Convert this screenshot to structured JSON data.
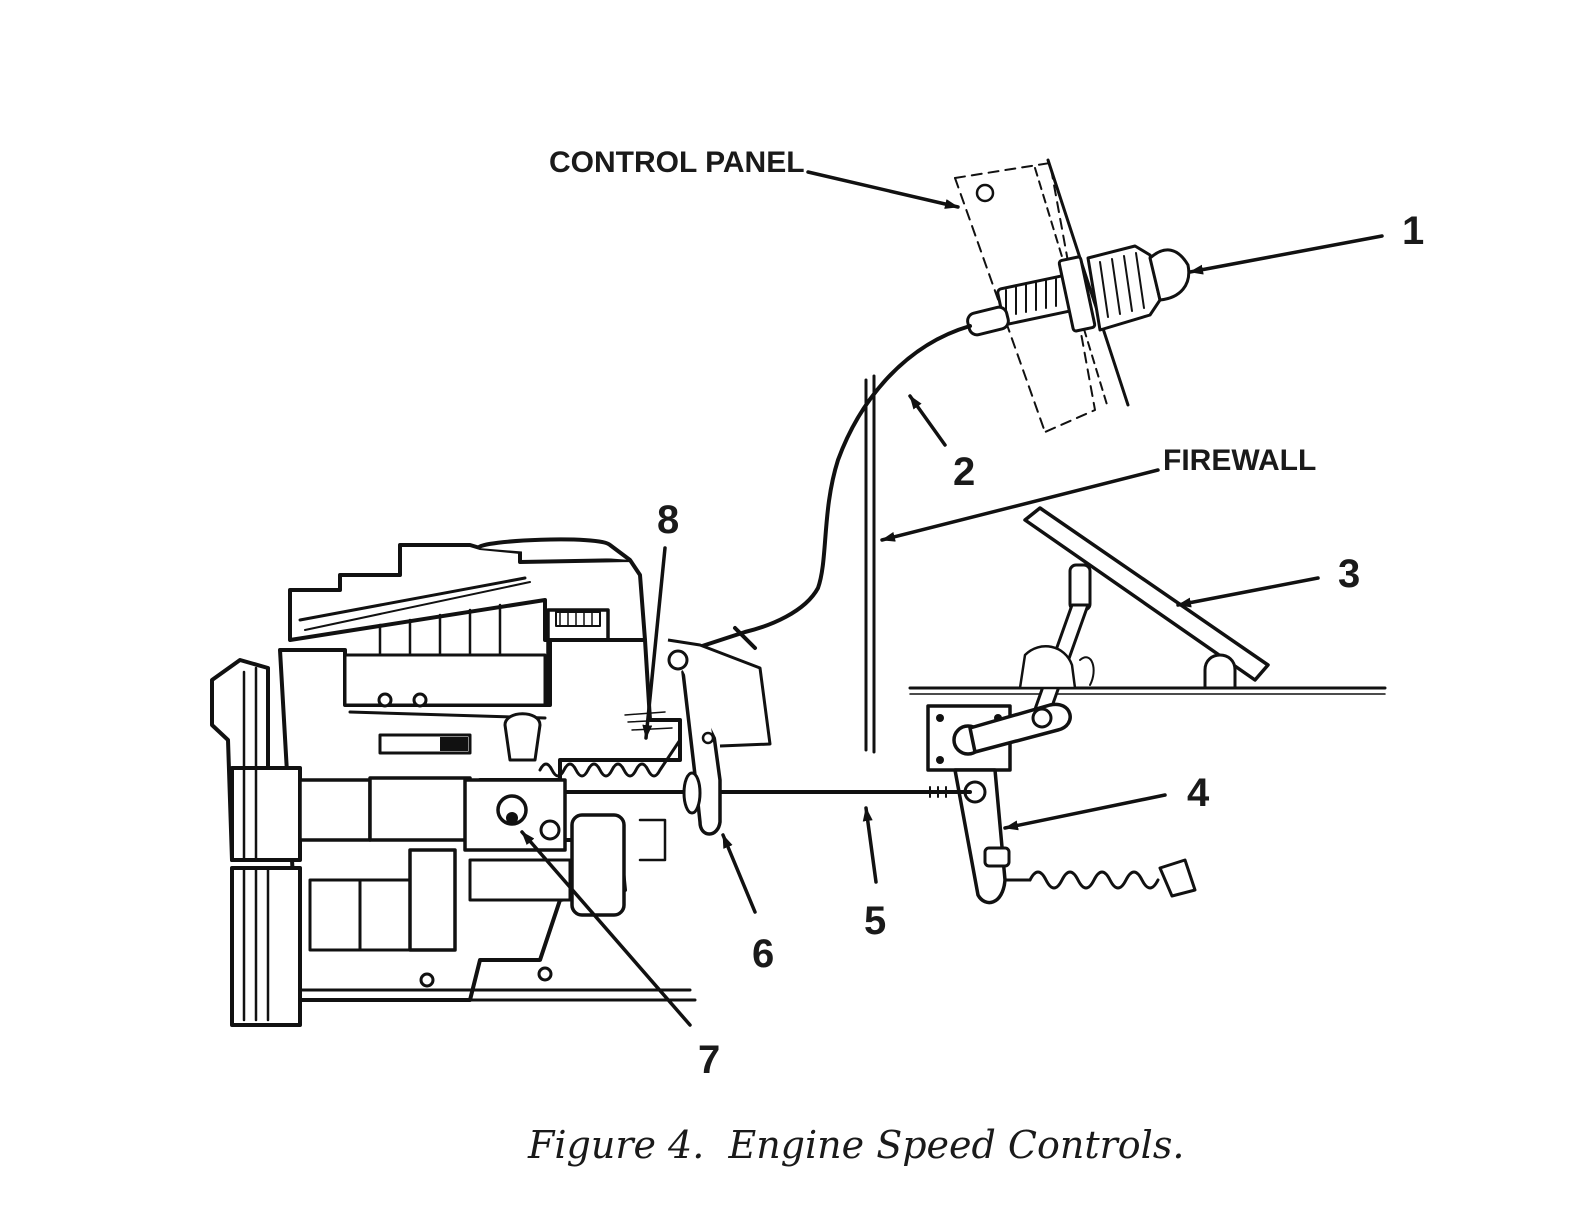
{
  "figure": {
    "caption": "Figure 4.  Engine Speed Controls.",
    "labels": {
      "control_panel": "CONTROL PANEL",
      "firewall": "FIREWALL"
    },
    "callouts": [
      "1",
      "2",
      "3",
      "4",
      "5",
      "6",
      "7",
      "8"
    ]
  }
}
